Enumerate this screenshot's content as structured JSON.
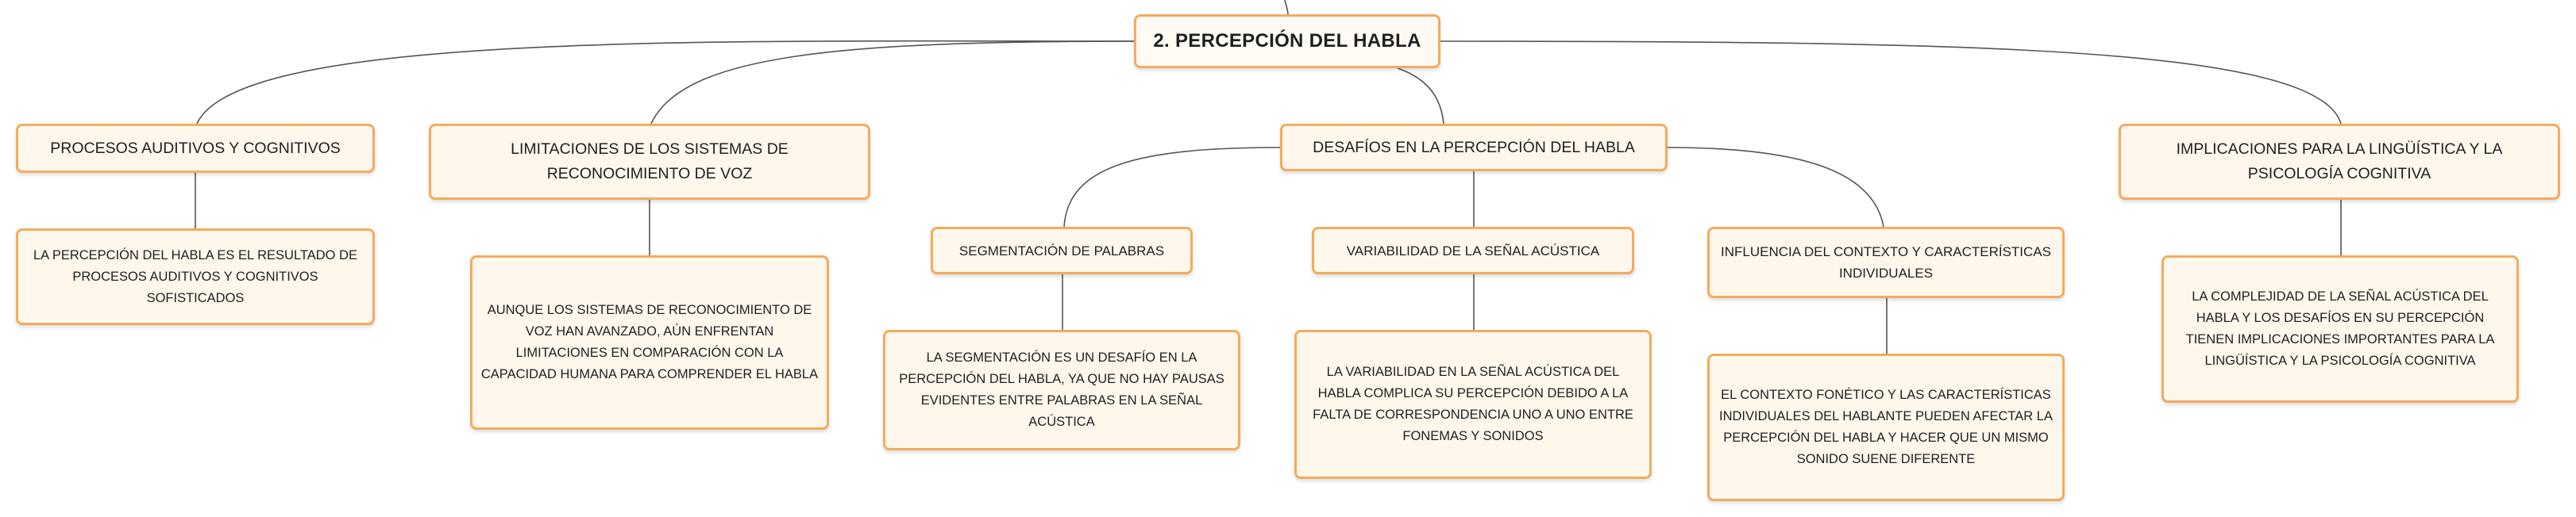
{
  "root": {
    "title": "2. PERCEPCIÓN DEL HABLA"
  },
  "branches": [
    {
      "label": "PROCESOS AUDITIVOS Y COGNITIVOS",
      "detail": "LA PERCEPCIÓN DEL HABLA ES EL RESULTADO DE PROCESOS AUDITIVOS Y COGNITIVOS SOFISTICADOS"
    },
    {
      "label": "LIMITACIONES DE LOS SISTEMAS DE RECONOCIMIENTO DE VOZ",
      "detail": "AUNQUE LOS SISTEMAS DE RECONOCIMIENTO DE VOZ HAN AVANZADO, AÚN ENFRENTAN LIMITACIONES EN COMPARACIÓN CON LA CAPACIDAD HUMANA PARA COMPRENDER EL HABLA"
    },
    {
      "label": "DESAFÍOS EN LA PERCEPCIÓN DEL HABLA",
      "children": [
        {
          "label": "SEGMENTACIÓN DE PALABRAS",
          "detail": "LA SEGMENTACIÓN ES UN DESAFÍO EN LA PERCEPCIÓN DEL HABLA, YA QUE NO HAY PAUSAS EVIDENTES ENTRE PALABRAS EN LA SEÑAL ACÚSTICA"
        },
        {
          "label": "VARIABILIDAD DE LA SEÑAL ACÚSTICA",
          "detail": "LA VARIABILIDAD EN LA SEÑAL ACÚSTICA DEL HABLA COMPLICA SU PERCEPCIÓN DEBIDO A LA FALTA DE CORRESPONDENCIA UNO A UNO ENTRE FONEMAS Y SONIDOS"
        },
        {
          "label": "INFLUENCIA DEL CONTEXTO Y CARACTERÍSTICAS INDIVIDUALES",
          "detail": "EL CONTEXTO FONÉTICO Y LAS CARACTERÍSTICAS INDIVIDUALES DEL HABLANTE PUEDEN AFECTAR LA PERCEPCIÓN DEL HABLA Y HACER QUE UN MISMO SONIDO SUENE DIFERENTE"
        }
      ]
    },
    {
      "label": "IMPLICACIONES PARA LA LINGÜÍSTICA Y LA PSICOLOGÍA COGNITIVA",
      "detail": "LA COMPLEJIDAD DE LA SEÑAL ACÚSTICA DEL HABLA Y LOS DESAFÍOS EN SU PERCEPCIÓN TIENEN IMPLICACIONES IMPORTANTES PARA LA LINGÜÍSTICA Y LA PSICOLOGÍA COGNITIVA"
    }
  ],
  "colors": {
    "border": "#f3ac5d",
    "fill": "#fff7ec",
    "edge": "#555555"
  }
}
